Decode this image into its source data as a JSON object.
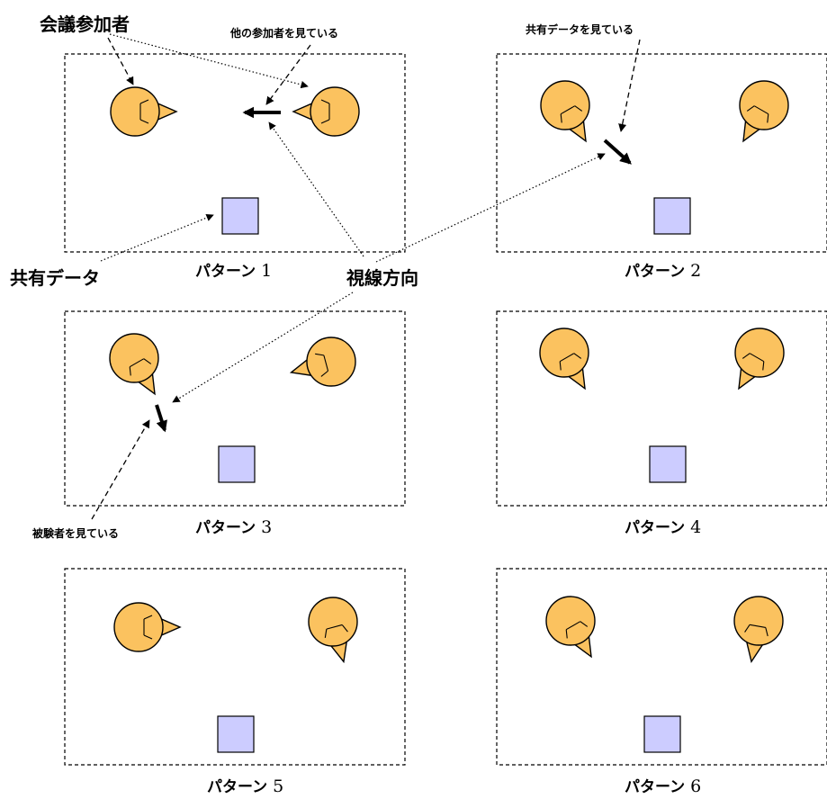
{
  "patterns": [
    {
      "label": "パターン",
      "number": "1"
    },
    {
      "label": "パターン",
      "number": "2"
    },
    {
      "label": "パターン",
      "number": "3"
    },
    {
      "label": "パターン",
      "number": "4"
    },
    {
      "label": "パターン",
      "number": "5"
    },
    {
      "label": "パターン",
      "number": "6"
    }
  ],
  "callouts": {
    "participants": "会議参加者",
    "looking_at_other": "他の参加者を見ている",
    "looking_at_shared": "共有データを見ている",
    "shared_data": "共有データ",
    "gaze_direction": "視線方向",
    "looking_at_subject": "被験者を見ている"
  },
  "colors": {
    "participant_fill": "#fbc25f",
    "shared_data_fill": "#ccccff",
    "frame_stroke": "#000000"
  },
  "icons": {
    "participant": "participant-head-icon",
    "shared_data": "shared-data-square-icon",
    "gaze": "gaze-arrow-icon"
  }
}
